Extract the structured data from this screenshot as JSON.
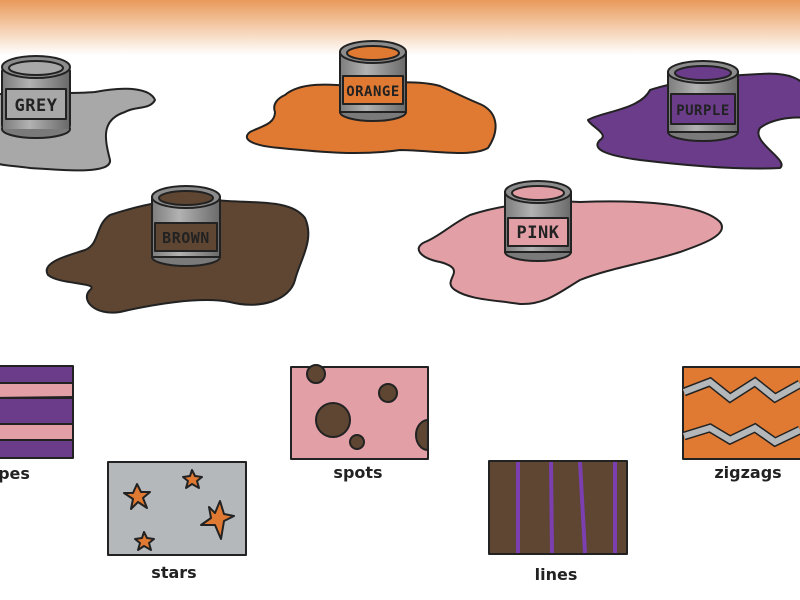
{
  "paints": [
    {
      "label": "GREY",
      "color": "#a8a8a8"
    },
    {
      "label": "ORANGE",
      "color": "#e07a32"
    },
    {
      "label": "PURPLE",
      "color": "#6a3c8a"
    },
    {
      "label": "BROWN",
      "color": "#5e4632"
    },
    {
      "label": "PINK",
      "color": "#e2a0a6"
    }
  ],
  "patterns": [
    {
      "label": "pes",
      "name": "stripes"
    },
    {
      "label": "stars",
      "name": "stars"
    },
    {
      "label": "spots",
      "name": "spots"
    },
    {
      "label": "lines",
      "name": "lines"
    },
    {
      "label": "zigzags",
      "name": "zigzags"
    }
  ],
  "colors": {
    "can_metal": "#9a9a9a",
    "can_dark": "#6e6e6e",
    "header_gradient": "#eaa66a"
  }
}
